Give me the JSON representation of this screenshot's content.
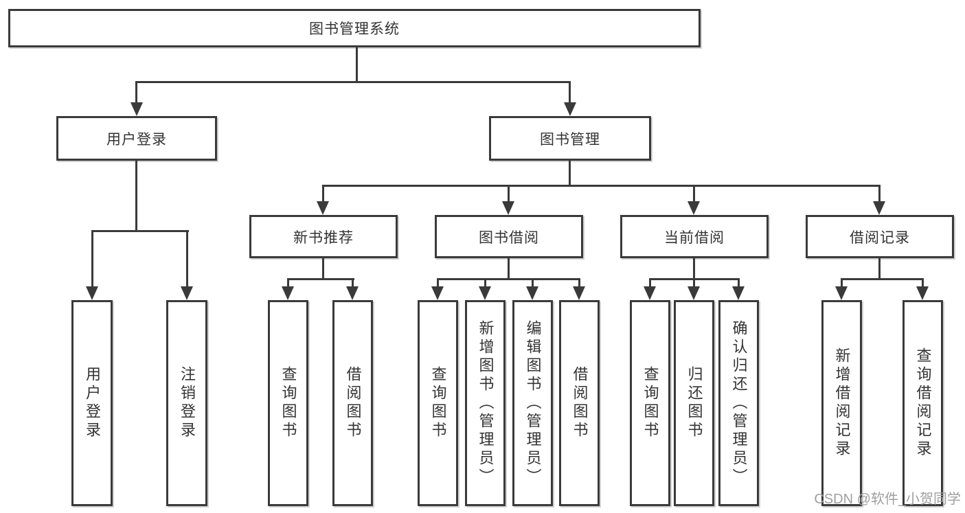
{
  "colors": {
    "line": "#3a3a3a",
    "text": "#333333",
    "watermark": "#9f9f9f",
    "background": "#ffffff"
  },
  "root": {
    "label": "图书管理系统"
  },
  "branches": {
    "user": {
      "label": "用户登录",
      "children": [
        "用户登录",
        "注销登录"
      ]
    },
    "mgmt": {
      "label": "图书管理"
    }
  },
  "sections": {
    "recommend": {
      "label": "新书推荐",
      "children": [
        "查询图书",
        "借阅图书"
      ]
    },
    "borrow": {
      "label": "图书借阅",
      "children": [
        "查询图书",
        "新增图书（管理员）",
        "编辑图书（管理员）",
        "借阅图书"
      ]
    },
    "current": {
      "label": "当前借阅",
      "children": [
        "查询图书",
        "归还图书",
        "确认归还（管理员）"
      ]
    },
    "records": {
      "label": "借阅记录",
      "children": [
        "新增借阅记录",
        "查询借阅记录"
      ]
    }
  },
  "watermark": {
    "text": "CSDN @软件_小贺同学"
  }
}
